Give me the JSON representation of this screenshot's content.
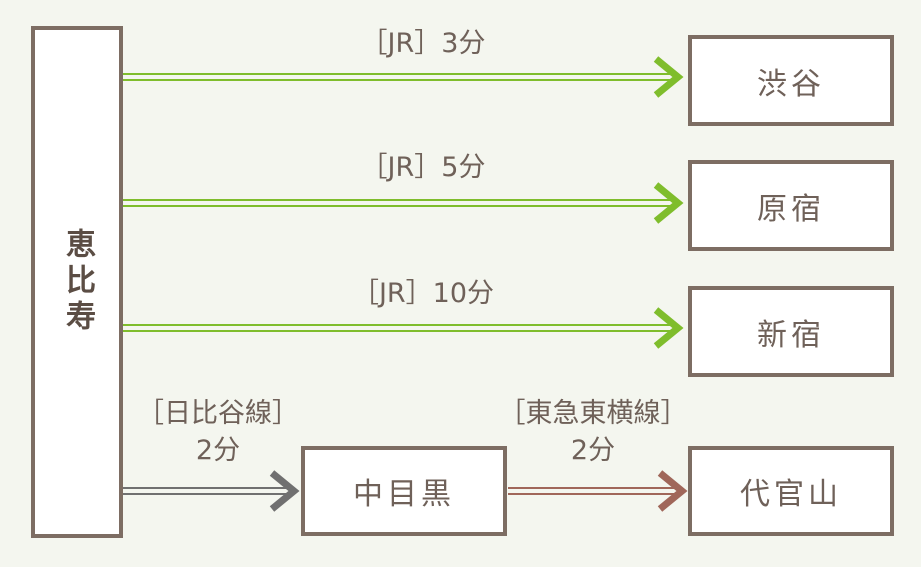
{
  "origin": {
    "name": "恵比寿"
  },
  "routes": [
    {
      "line": "［JR］3分",
      "dest": "渋谷"
    },
    {
      "line": "［JR］5分",
      "dest": "原宿"
    },
    {
      "line": "［JR］10分",
      "dest": "新宿"
    }
  ],
  "transfer": {
    "line1": "［日比谷線］",
    "time1": "2分",
    "via": "中目黒",
    "line2": "［東急東横線］",
    "time2": "2分",
    "dest": "代官山"
  },
  "colors": {
    "jr": "#7fbd2c",
    "hibiya": "#707070",
    "toyoko": "#a0675a",
    "border": "#7d6d63",
    "background": "#f4f6ef"
  }
}
